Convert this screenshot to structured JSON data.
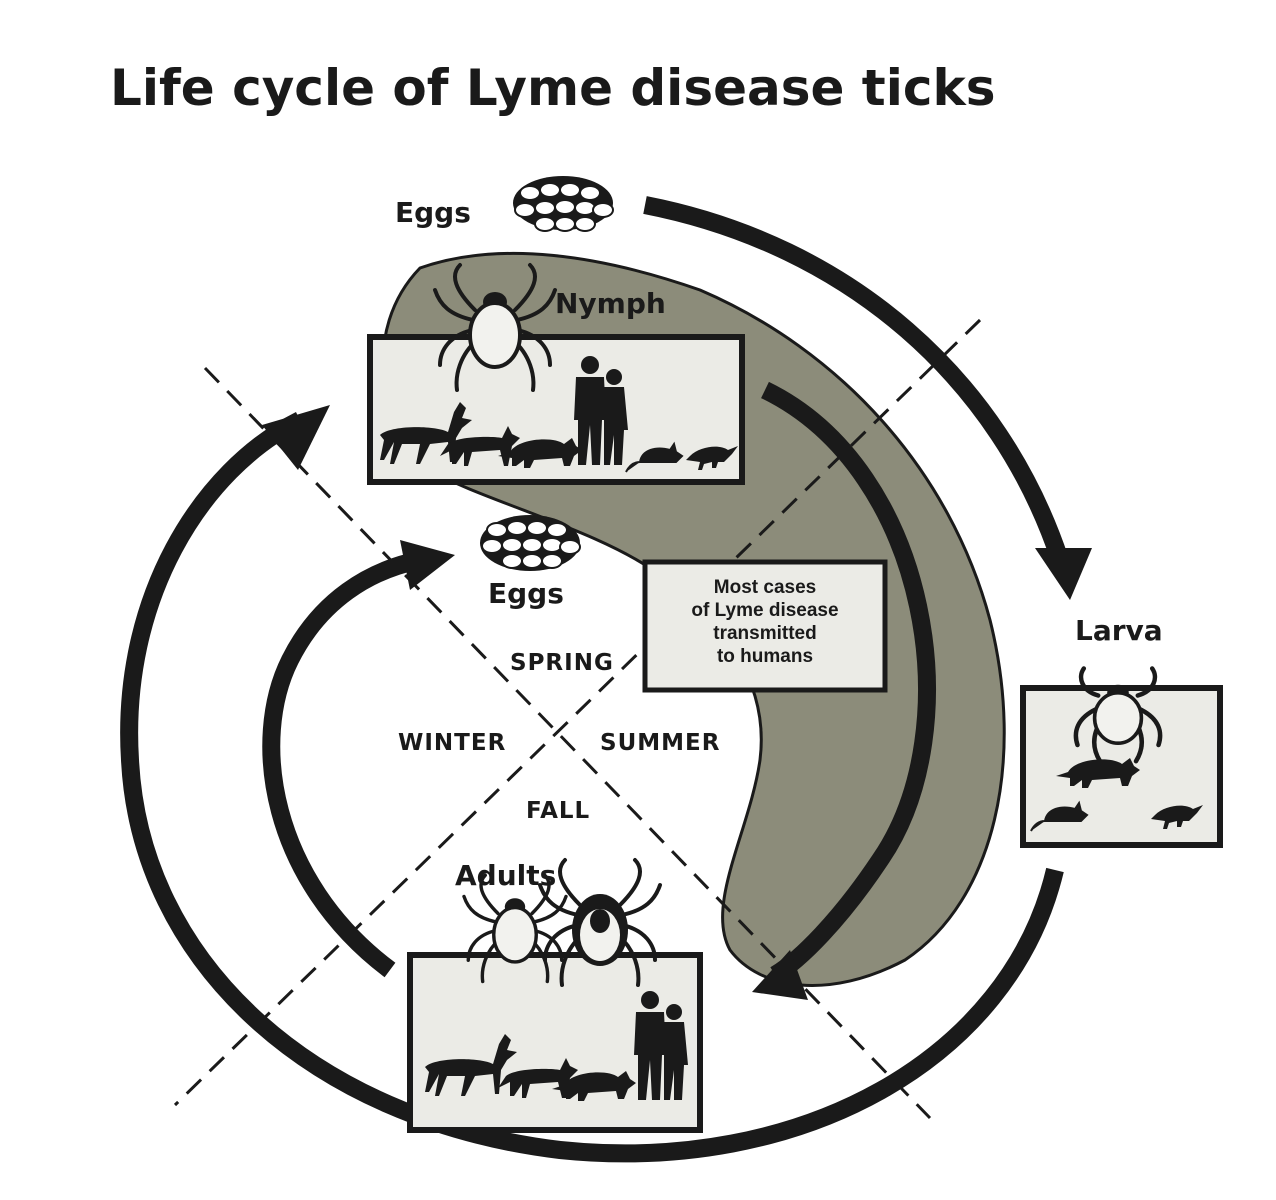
{
  "title": "Life cycle of Lyme disease ticks",
  "stages": {
    "eggs_top": "Eggs",
    "nymph": "Nymph",
    "eggs_center": "Eggs",
    "larva": "Larva",
    "adults": "Adults"
  },
  "seasons": {
    "spring": "SPRING",
    "summer": "SUMMER",
    "fall": "FALL",
    "winter": "WINTER"
  },
  "note": {
    "lines": [
      "Most cases",
      "of Lyme disease",
      "transmitted",
      "to humans"
    ]
  },
  "colors": {
    "ink": "#1a1a1a",
    "risk_zone": "#8c8c7a",
    "panel": "#ebebe6"
  }
}
